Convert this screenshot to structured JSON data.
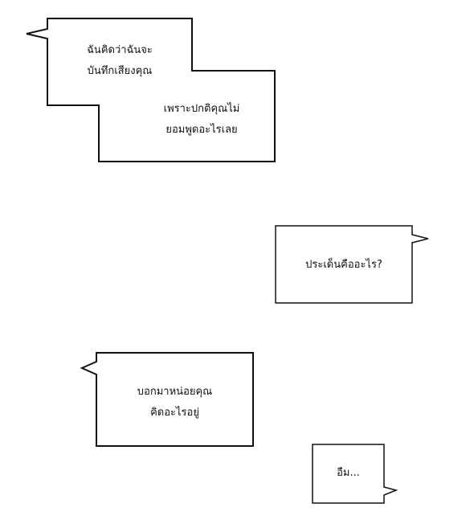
{
  "bubbles": [
    {
      "lines": [
        "ฉันคิดว่าฉันจะ",
        "บันทึกเสียงคุณ"
      ]
    },
    {
      "lines": [
        "เพราะปกติคุณไม่",
        "ยอมพูดอะไรเลย"
      ]
    },
    {
      "lines": [
        "ประเด็นคืออะไร?"
      ]
    },
    {
      "lines": [
        "บอกมาหน่อยคุณ",
        "คิดอะไรอยู่"
      ]
    },
    {
      "lines": [
        "อืม..."
      ]
    }
  ]
}
